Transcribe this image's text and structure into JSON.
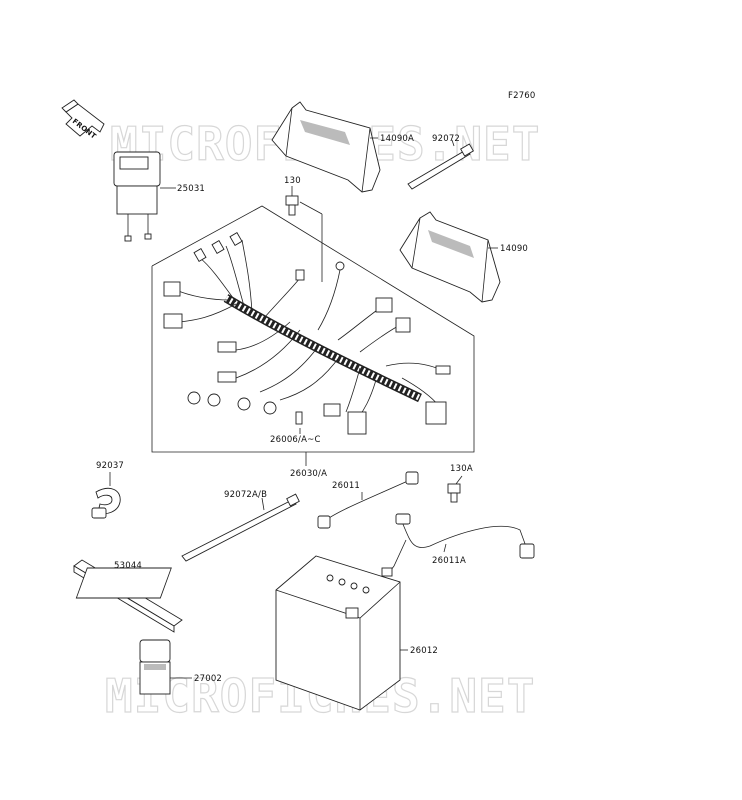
{
  "figure_code": "F2760",
  "front_arrow_label": "FRONT",
  "watermark": "MICROFICHES.NET",
  "parts": {
    "hour_meter": "25031",
    "cover_upper": "14090A",
    "cover_lower": "14090",
    "band_top": "92072",
    "bolt_top": "130",
    "fuse": "26006/A~C",
    "main_harness": "26030/A",
    "clamp": "92037",
    "band_long": "92072A/B",
    "cable_negative": "26011",
    "bolt_battery": "130A",
    "cable_positive": "26011A",
    "tube": "53044",
    "battery": "26012",
    "relay": "27002"
  }
}
